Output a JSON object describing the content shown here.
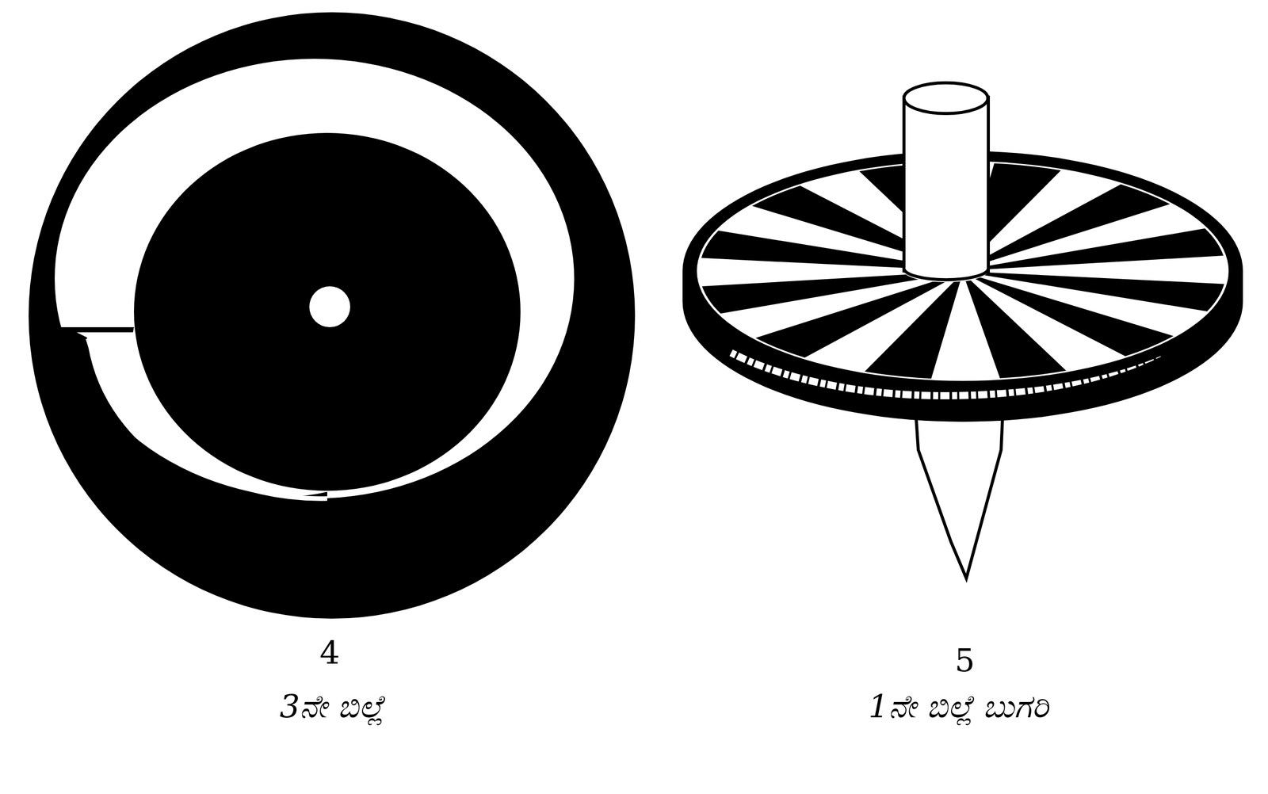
{
  "diagram": {
    "labels": [
      "4",
      "3ನೇ ಬಿಲ್ಲೆ",
      "5",
      "1ನೇ ಬಿಲ್ಲೆ ಬುಗರಿ"
    ]
  }
}
